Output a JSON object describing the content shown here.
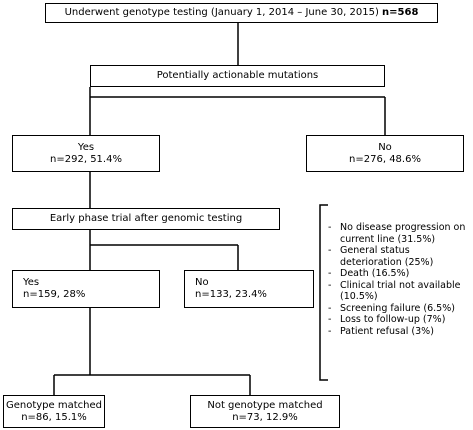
{
  "top_box": {
    "text": "Underwent genotype testing (January 1, 2014 – June 30, 2015)",
    "bold": "n=568"
  },
  "actionable_box": {
    "text": "Potentially actionable mutations"
  },
  "yes_box": {
    "label": "Yes",
    "value": "n=292, 51.4%"
  },
  "no_box": {
    "label": "No",
    "value": "n=276, 48.6%"
  },
  "trial_box": {
    "text": "Early phase trial after genomic testing"
  },
  "trial_yes_box": {
    "label": "Yes",
    "value": "n=159, 28%"
  },
  "trial_no_box": {
    "label": "No",
    "value": "n=133, 23.4%"
  },
  "matched_box": {
    "label": "Genotype matched",
    "value": "n=86, 15.1%"
  },
  "not_matched_box": {
    "label": "Not genotype matched",
    "value": "n=73, 12.9%"
  },
  "reasons": [
    "No disease progression on current line (31.5%)",
    "General status deterioration (25%)",
    "Death (16.5%)",
    "Clinical trial not available (10.5%)",
    "Screening failure (6.5%)",
    "Loss to follow-up (7%)",
    "Patient refusal (3%)"
  ]
}
